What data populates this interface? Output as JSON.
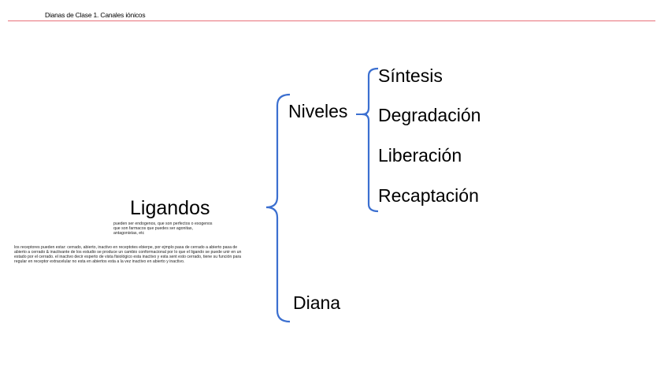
{
  "header": {
    "title": "Dianas de Clase 1. Canales iónicos"
  },
  "colors": {
    "rule": "#e8707a",
    "bracket": "#3b6fd0"
  },
  "diagram": {
    "root": "Ligandos",
    "root_note": "pueden ser endogenos, que son perfectos o exogenos que son farmacos que puedes ser agonitas, antagonistas, etc",
    "receptor_note": "los receptores pueden estar: cerrado, abierto, inactivo en receptotes ebierpe, por ejmplo pasa de cerrado a abierto pasa de abierto a cerrado & inactivante de los estudio se produce un cambio conformacional por lo que el ligando se puede unir en un estado por el cerrado. el inactivo decir esperto de vista fisiológico esta inactivo y esta sent esto cerrado, tiene su función para regular en receptor extracelular no esta en abiertos esta a la vez inactivo en abierto y inactivo.",
    "branch_levels": "Niveles",
    "branch_target": "Diana",
    "levels": [
      "Síntesis",
      "Degradación",
      "Liberación",
      "Recaptación"
    ]
  }
}
